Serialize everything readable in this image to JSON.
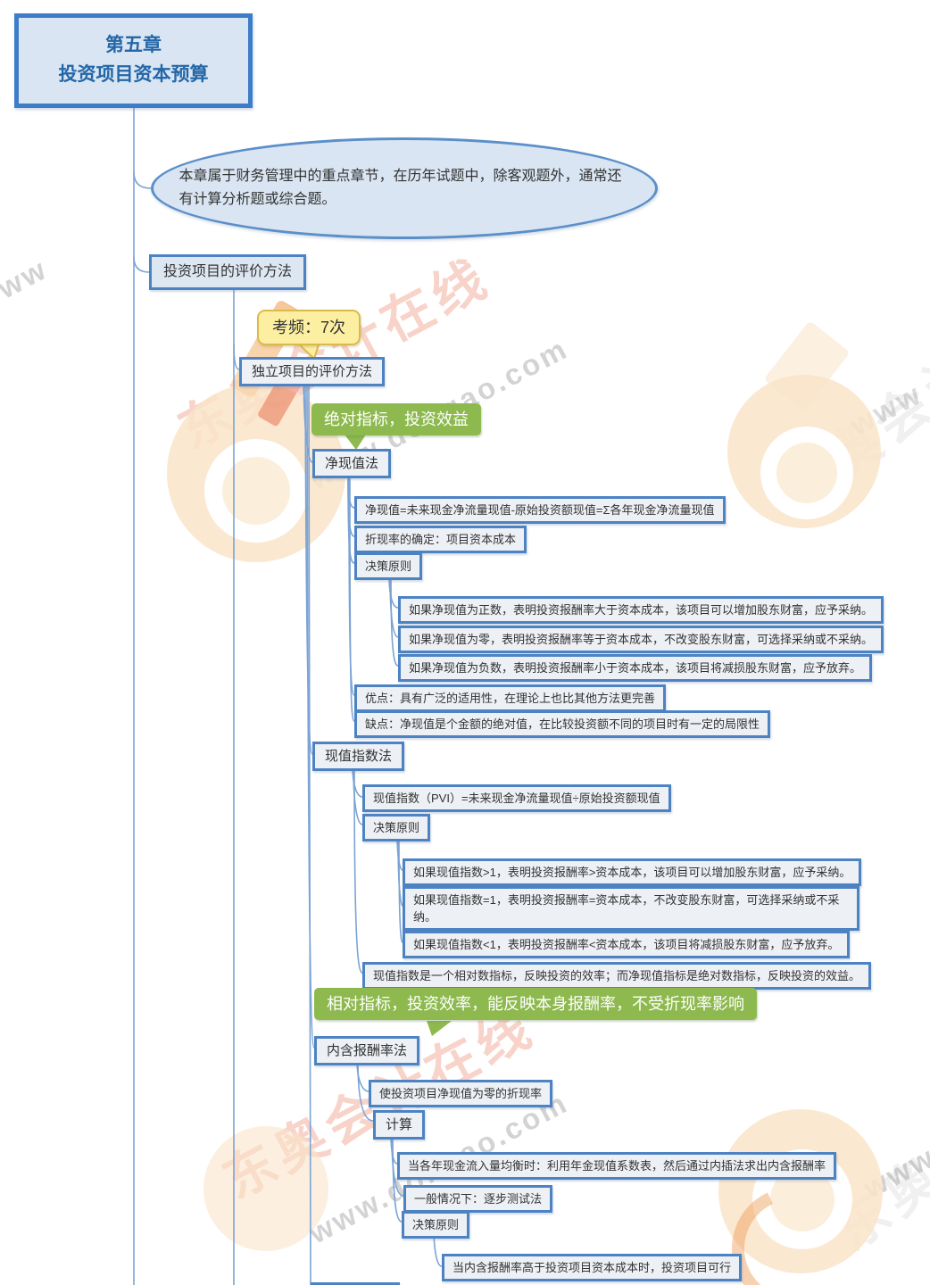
{
  "title": {
    "line1": "第五章",
    "line2": "投资项目资本预算"
  },
  "overview": "本章属于财务管理中的重点章节，在历年试题中，除客观题外，通常还有计算分析题或综合题。",
  "evaluation": {
    "label": "投资项目的评价方法",
    "independent": {
      "label": "独立项目的评价方法",
      "freq_note": "考频：7次",
      "absolute_callout": "绝对指标，投资效益",
      "relative_callout": "相对指标，投资效率，能反映本身报酬率，不受折现率影响",
      "npv": {
        "label": "净现值法",
        "formula": "净现值=未来现金净流量现值-原始投资额现值=Σ各年现金净流量现值",
        "discount_rate": "折现率的确定：项目资本成本",
        "decision_label": "决策原则",
        "decision_rules": [
          "如果净现值为正数，表明投资报酬率大于资本成本，该项目可以增加股东财富，应予采纳。",
          "如果净现值为零，表明投资报酬率等于资本成本，不改变股东财富，可选择采纳或不采纳。",
          "如果净现值为负数，表明投资报酬率小于资本成本，该项目将减损股东财富，应予放弃。"
        ],
        "advantage": "优点：具有广泛的适用性，在理论上也比其他方法更完善",
        "disadvantage": "缺点：净现值是个金额的绝对值，在比较投资额不同的项目时有一定的局限性"
      },
      "pvi": {
        "label": "现值指数法",
        "formula": "现值指数（PVI）=未来现金净流量现值÷原始投资额现值",
        "decision_label": "决策原则",
        "decision_rules": [
          "如果现值指数>1，表明投资报酬率>资本成本，该项目可以增加股东财富，应予采纳。",
          "如果现值指数=1，表明投资报酬率=资本成本，不改变股东财富，可选择采纳或不采纳。",
          "如果现值指数<1，表明投资报酬率<资本成本，该项目将减损股东财富，应予放弃。"
        ],
        "note": "现值指数是一个相对数指标，反映投资的效率；而净现值指标是绝对数指标，反映投资的效益。"
      },
      "irr": {
        "label": "内含报酬率法",
        "definition": "使投资项目净现值为零的折现率",
        "calc_label": "计算",
        "calc_items": [
          "当各年现金流入量均衡时：利用年金现值系数表，然后通过内插法求出内含报酬率",
          "一般情况下：逐步测试法"
        ],
        "decision_label": "决策原则",
        "decision_rule": "当内含报酬率高于投资项目资本成本时，投资项目可行"
      }
    }
  },
  "watermark": {
    "brand": "东奥会计在线",
    "site": "www.dongao.com",
    "site_short": "www"
  },
  "colors": {
    "node_border": "#4d83c3",
    "node_fill": "#edf0f5",
    "primary_fill": "#d9e5f2",
    "title_text": "#2467a8",
    "green": "#8db94e",
    "yellow_fill": "#fcefa1",
    "yellow_border": "#dcba4a",
    "connector": "#7ba3d4"
  }
}
